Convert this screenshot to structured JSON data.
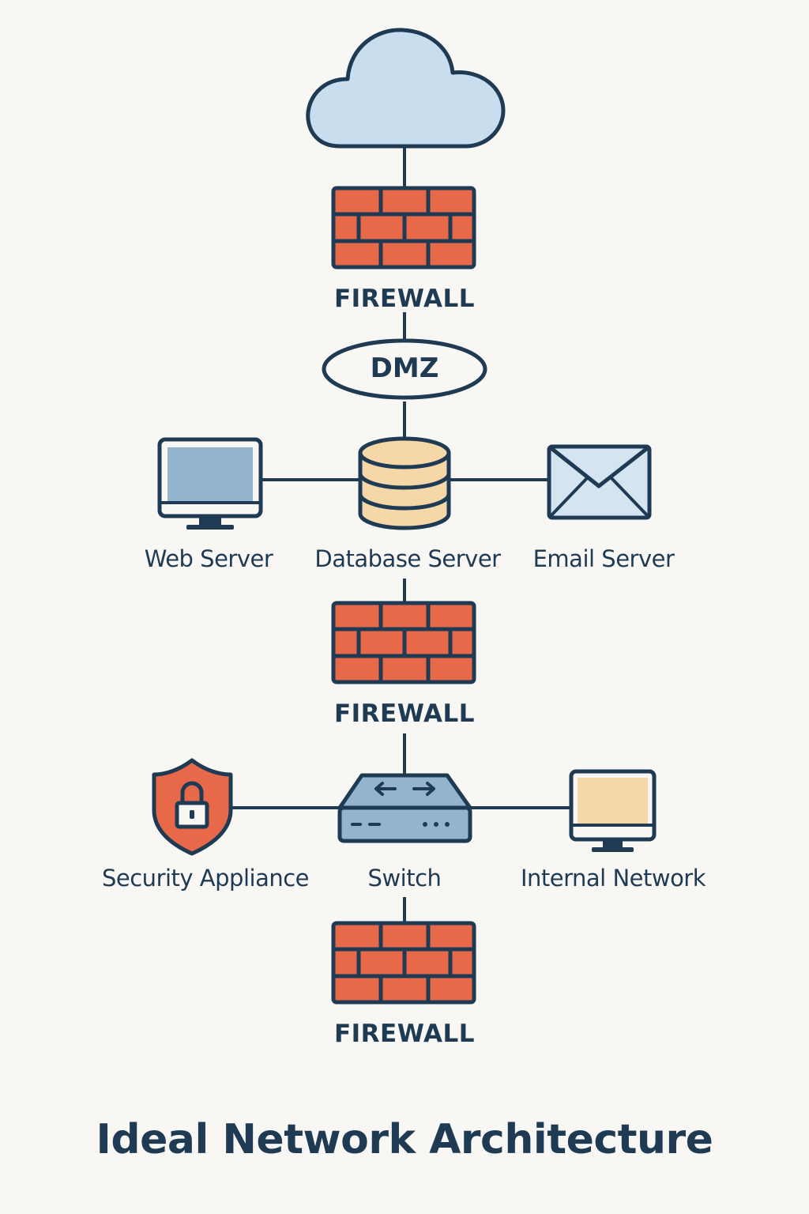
{
  "title": "Ideal Network Architecture",
  "zones": {
    "dmz_label": "DMZ"
  },
  "firewalls": [
    {
      "label": "FIREWALL"
    },
    {
      "label": "FIREWALL"
    },
    {
      "label": "FIREWALL"
    }
  ],
  "dmz_nodes": {
    "web_server": "Web Server",
    "database_server": "Database Server",
    "email_server": "Email Server"
  },
  "internal_nodes": {
    "security_appliance": "Security Appliance",
    "switch": "Switch",
    "internal_network": "Internal Network"
  },
  "icons": [
    "cloud-icon",
    "firewall-icon",
    "monitor-icon",
    "database-icon",
    "envelope-icon",
    "shield-lock-icon",
    "switch-icon"
  ],
  "colors": {
    "outline": "#1f3a53",
    "brick": "#e8694a",
    "cloud": "#c8ddee",
    "monitor_blue": "#93b4cc",
    "database": "#f6d8a8",
    "envelope": "#d4e4f1",
    "switch": "#93b4cc",
    "monitor_orange": "#f6d8a8",
    "background": "#f8f7f4"
  }
}
